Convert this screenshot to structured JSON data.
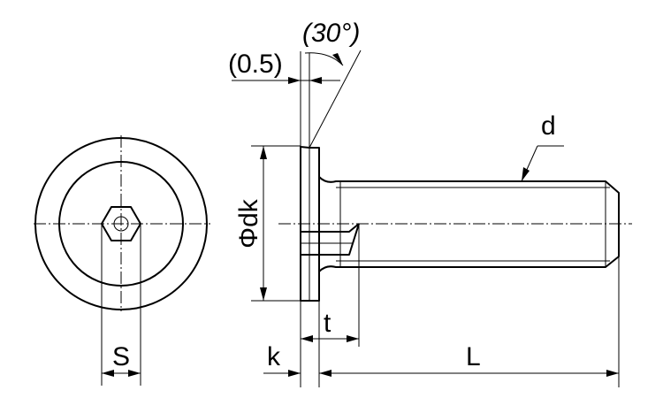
{
  "labels": {
    "angle": "(30°)",
    "chamfer": "(0.5)",
    "thread": "d",
    "head_diameter": "Φdk",
    "socket_depth": "t",
    "head_height": "k",
    "length": "L",
    "hex_size": "S"
  }
}
